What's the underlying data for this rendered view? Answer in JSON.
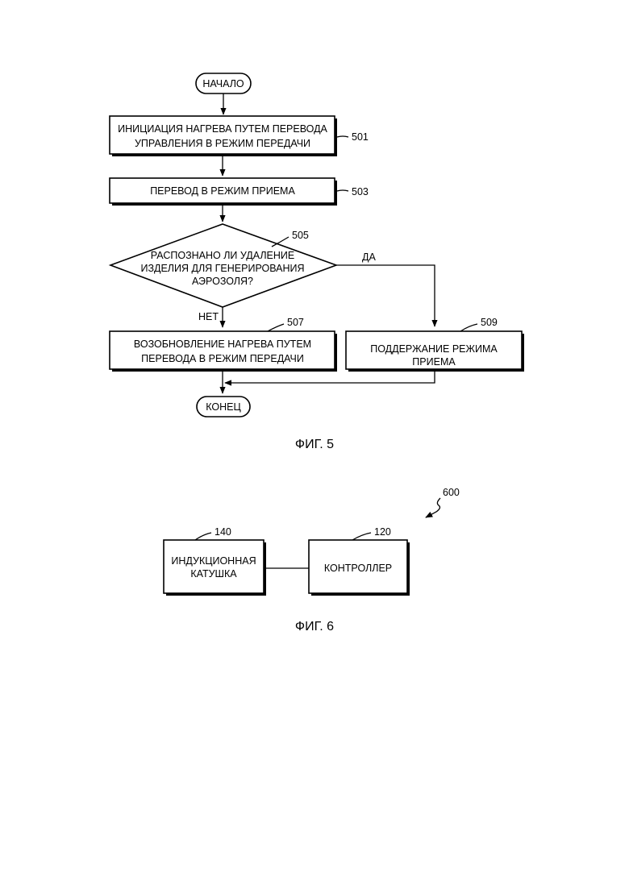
{
  "fig5": {
    "start": "НАЧАЛО",
    "end": "КОНЕЦ",
    "step501": {
      "line1": "ИНИЦИАЦИЯ НАГРЕВА ПУТЕМ ПЕРЕВОДА",
      "line2": "УПРАВЛЕНИЯ В РЕЖИМ ПЕРЕДАЧИ",
      "ref": "501"
    },
    "step503": {
      "line1": "ПЕРЕВОД В РЕЖИМ ПРИЕМА",
      "ref": "503"
    },
    "decision505": {
      "line1": "РАСПОЗНАНО ЛИ УДАЛЕНИЕ",
      "line2": "ИЗДЕЛИЯ ДЛЯ ГЕНЕРИРОВАНИЯ",
      "line3": "АЭРОЗОЛЯ?",
      "ref": "505",
      "yes": "ДА",
      "no": "НЕТ"
    },
    "step507": {
      "line1": "ВОЗОБНОВЛЕНИЕ НАГРЕВА ПУТЕМ",
      "line2": "ПЕРЕВОДА В РЕЖИМ ПЕРЕДАЧИ",
      "ref": "507"
    },
    "step509": {
      "line1": "ПОДДЕРЖАНИЕ РЕЖИМА",
      "line2": "ПРИЕМА",
      "ref": "509"
    },
    "caption": "ФИГ. 5"
  },
  "fig6": {
    "ref": "600",
    "coil": {
      "line1": "ИНДУКЦИОННАЯ",
      "line2": "КАТУШКА",
      "ref": "140"
    },
    "controller": {
      "line1": "КОНТРОЛЛЕР",
      "ref": "120"
    },
    "caption": "ФИГ. 6"
  }
}
